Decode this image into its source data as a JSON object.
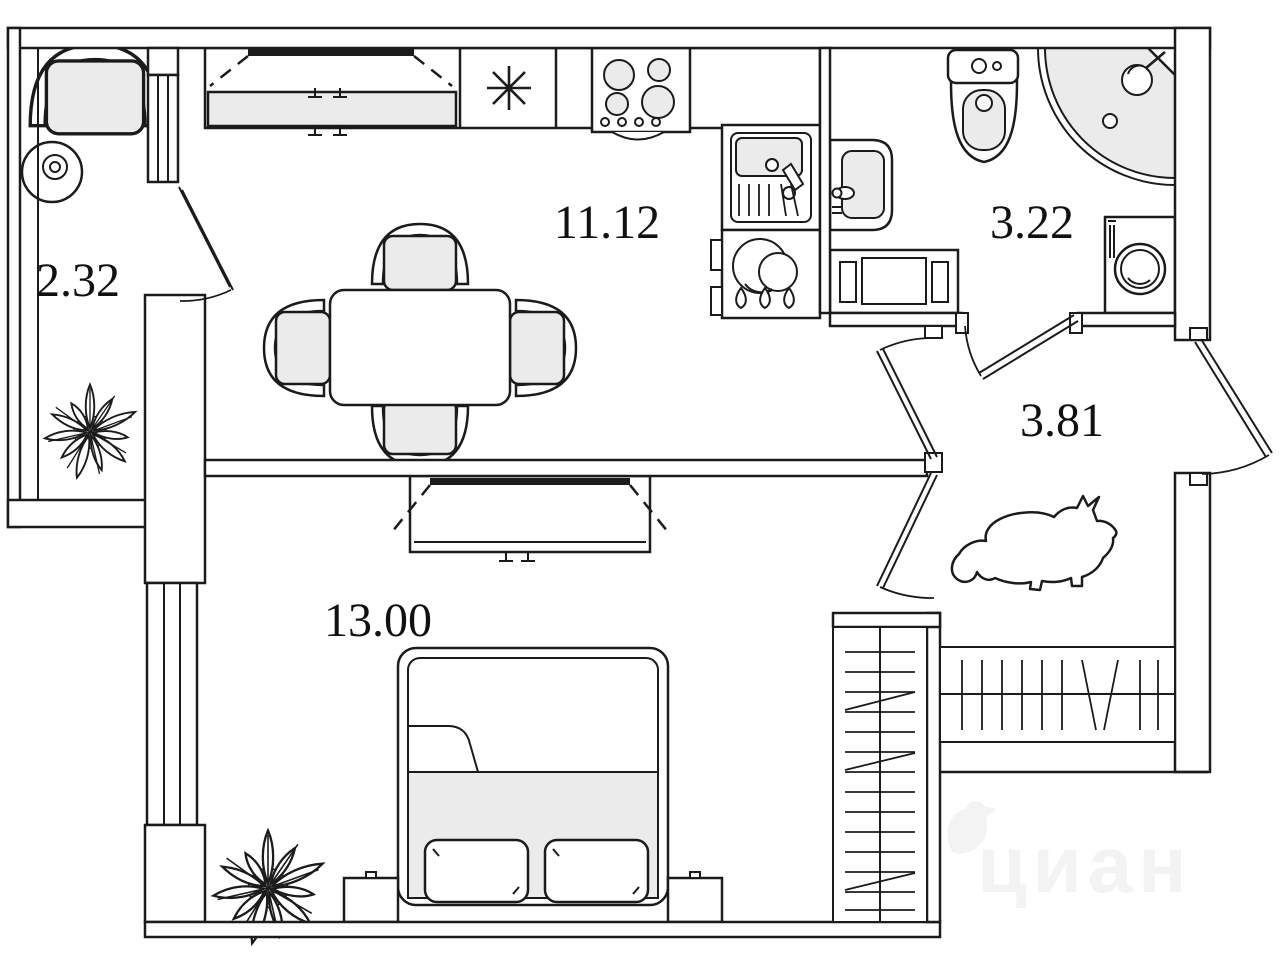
{
  "plan": {
    "type": "apartment-floor-plan",
    "watermark": {
      "text": "циан",
      "icon": "cian-bird-icon"
    },
    "colors": {
      "background": "#ffffff",
      "line": "#1b1b1b",
      "furniture_fill": "#ebebeb",
      "watermark": "#f3f3f3"
    },
    "rooms": [
      {
        "name": "balcony",
        "area_label": "2.32",
        "fixtures": [
          "armchair",
          "side-table",
          "plant"
        ]
      },
      {
        "name": "kitchen-living-room",
        "area_label": "11.12",
        "fixtures": [
          "wardrobe",
          "refrigerator-snowflake",
          "cooktop",
          "kitchen-sink",
          "dishwasher",
          "dining-table",
          "four-chairs",
          "balcony-door"
        ]
      },
      {
        "name": "bathroom",
        "area_label": "3.22",
        "fixtures": [
          "toilet",
          "corner-shower",
          "washbasin",
          "towel-radiator",
          "washing-machine"
        ]
      },
      {
        "name": "hallway",
        "area_label": "3.81",
        "fixtures": [
          "dog-silhouette",
          "entrance-door",
          "bathroom-door",
          "kitchen-door",
          "bedroom-door"
        ]
      },
      {
        "name": "bedroom",
        "area_label": "13.00",
        "fixtures": [
          "wardrobe",
          "double-bed",
          "two-pillows",
          "two-nightstands",
          "plant",
          "window"
        ]
      }
    ],
    "outside": {
      "fixtures": [
        "staircase-vertical-flight",
        "staircase-horizontal-flight"
      ]
    }
  }
}
